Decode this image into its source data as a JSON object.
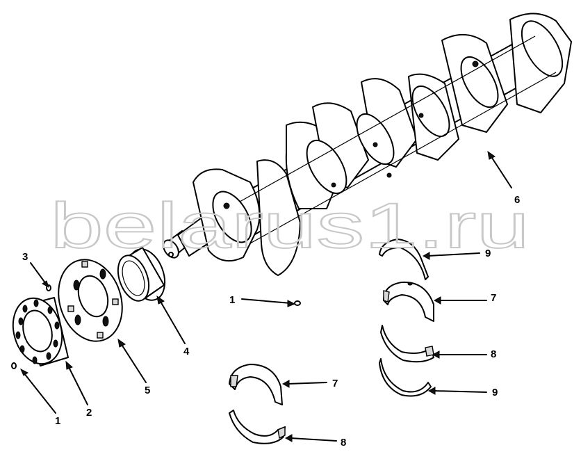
{
  "watermark": "belarus1.ru",
  "callouts": [
    {
      "id": "c1a",
      "text": "1"
    },
    {
      "id": "c1b",
      "text": "1"
    },
    {
      "id": "c2",
      "text": "2"
    },
    {
      "id": "c3",
      "text": "3"
    },
    {
      "id": "c4",
      "text": "4"
    },
    {
      "id": "c5",
      "text": "5"
    },
    {
      "id": "c6",
      "text": "6"
    },
    {
      "id": "c7a",
      "text": "7"
    },
    {
      "id": "c7b",
      "text": "7"
    },
    {
      "id": "c8a",
      "text": "8"
    },
    {
      "id": "c8b",
      "text": "8"
    },
    {
      "id": "c9a",
      "text": "9"
    },
    {
      "id": "c9b",
      "text": "9"
    }
  ]
}
